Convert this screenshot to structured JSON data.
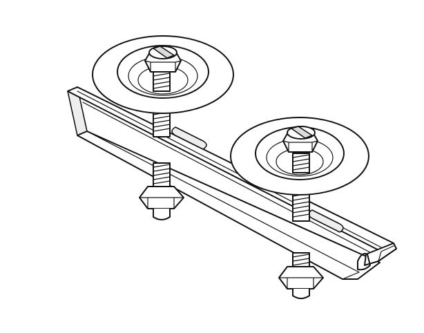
{
  "figure": {
    "background": "#ffffff",
    "stroke_color": "#111111",
    "bolt_count": 2,
    "components": [
      "mounting-rail",
      "bolt-assembly-left",
      "bolt-assembly-right"
    ]
  }
}
